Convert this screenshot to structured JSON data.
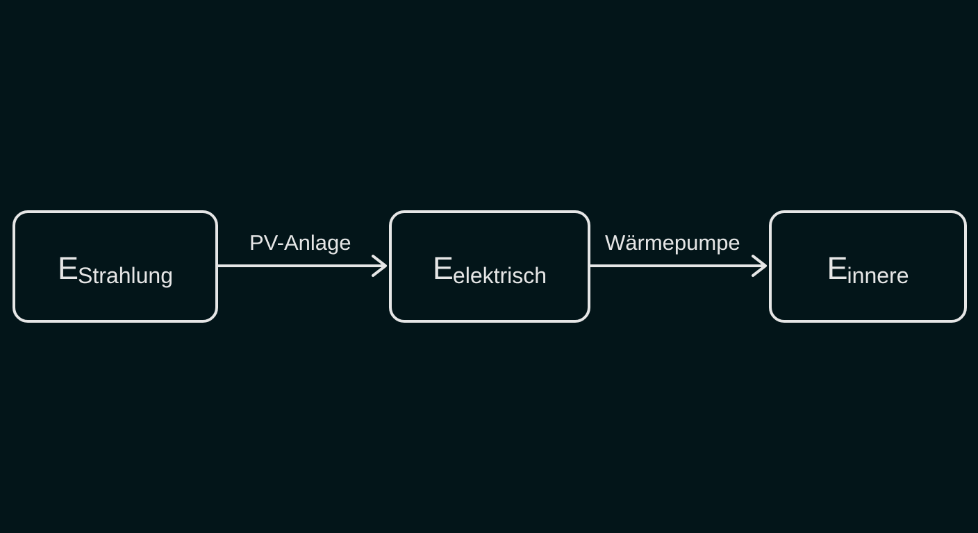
{
  "colors": {
    "background": "#031519",
    "stroke": "#e6e6e6",
    "text": "#e6e6e6"
  },
  "nodes": [
    {
      "symbol": "E",
      "subscript": "Strahlung"
    },
    {
      "symbol": "E",
      "subscript": "elektrisch"
    },
    {
      "symbol": "E",
      "subscript": "innere"
    }
  ],
  "edges": [
    {
      "label": "PV-Anlage"
    },
    {
      "label": "Wärmepumpe"
    }
  ]
}
